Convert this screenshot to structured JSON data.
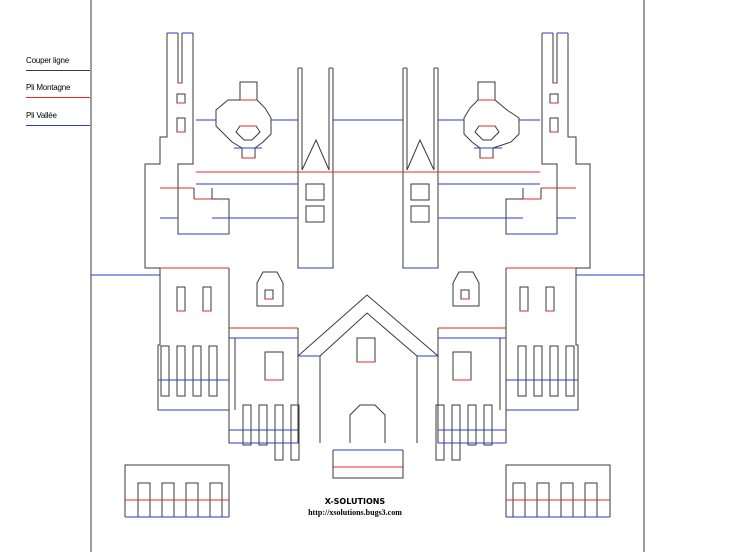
{
  "legend": {
    "items": [
      {
        "key": "cut",
        "label": "Couper ligne",
        "color": "#3a3a3a"
      },
      {
        "key": "mountain",
        "label": "Pli Montagne",
        "color": "#e02a2a"
      },
      {
        "key": "valley",
        "label": "Pli Vallée",
        "color": "#2a3ec8"
      }
    ]
  },
  "credit": {
    "title": "X-SOLUTIONS",
    "url": "http://xsolutions.bugs3.com"
  },
  "colors": {
    "cut": "#3a3a3a",
    "mountain": "#e02a2a",
    "valley": "#2a3ec8",
    "background": "#ffffff"
  }
}
